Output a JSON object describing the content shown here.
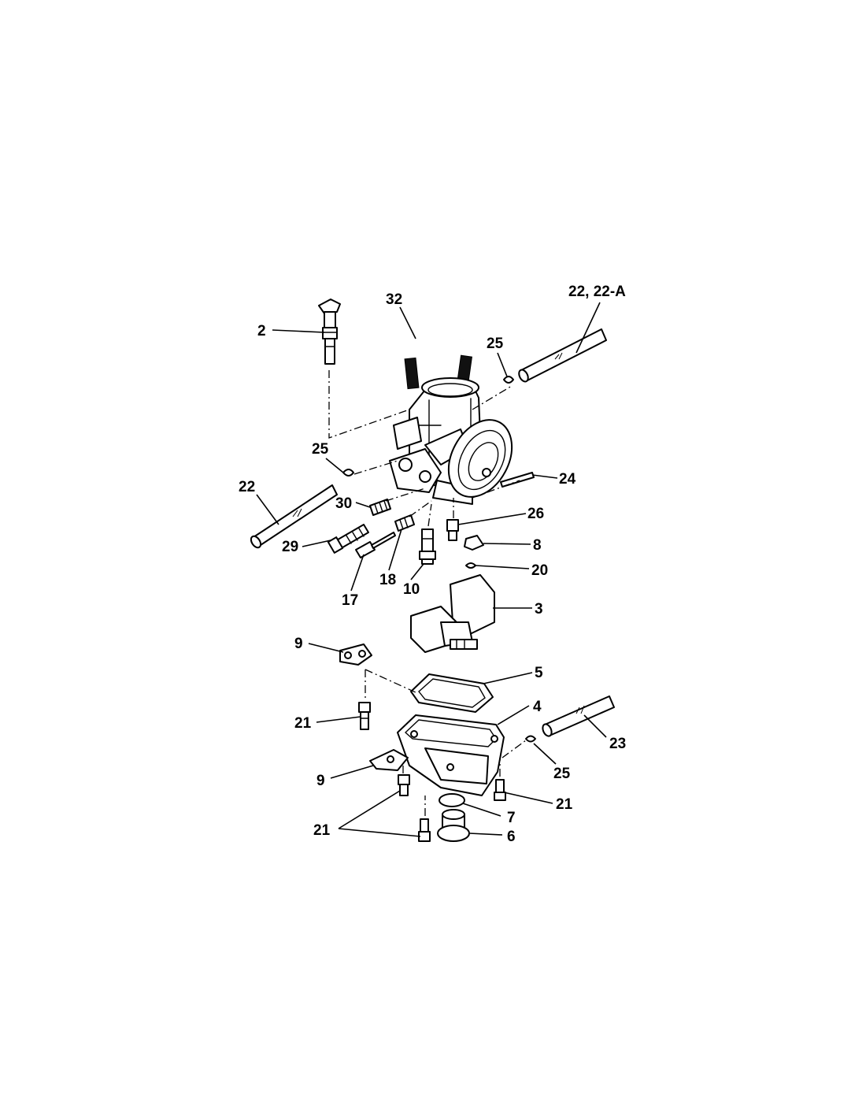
{
  "callouts": {
    "c2": "2",
    "c32": "32",
    "c22_22a": "22, 22-A",
    "c25_top": "25",
    "c25_mid": "25",
    "c22_left": "22",
    "c24": "24",
    "c30": "30",
    "c26": "26",
    "c29": "29",
    "c8": "8",
    "c20": "20",
    "c17": "17",
    "c18": "18",
    "c10": "10",
    "c3": "3",
    "c9_top": "9",
    "c5": "5",
    "c4": "4",
    "c23": "23",
    "c21_left": "21",
    "c9_bottom": "9",
    "c25_bottom": "25",
    "c21_right": "21",
    "c7": "7",
    "c21_bottom": "21",
    "c6": "6"
  }
}
